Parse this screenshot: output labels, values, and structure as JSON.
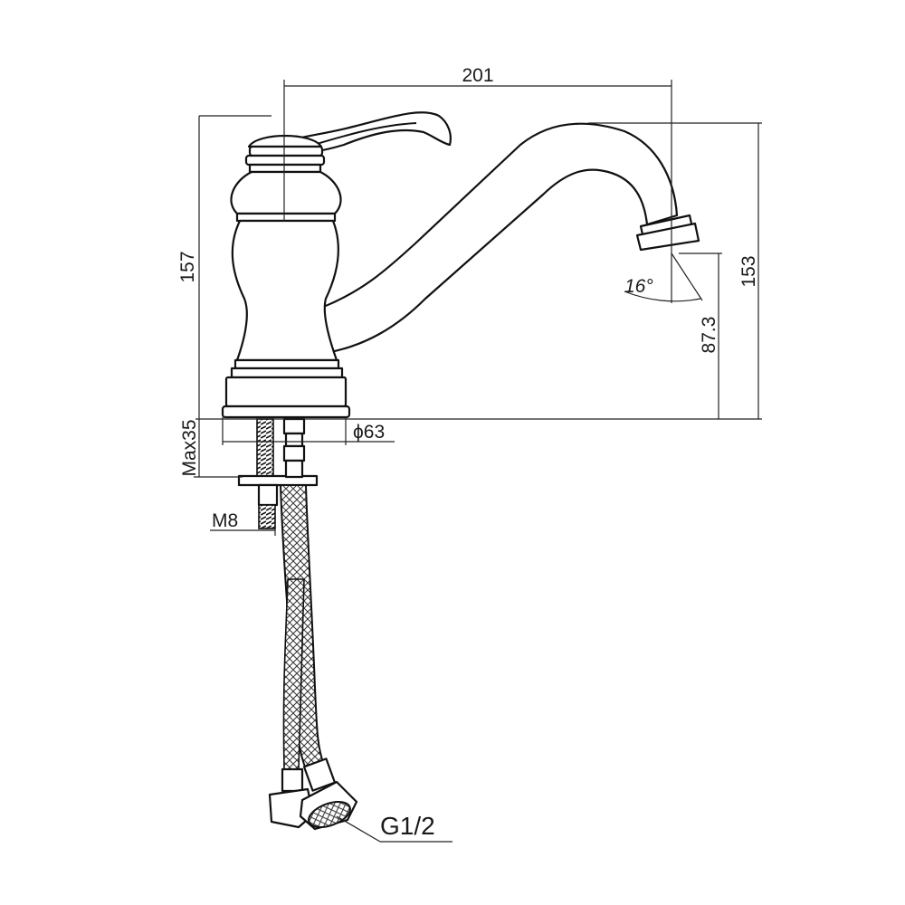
{
  "dimensions": {
    "spout_reach": "201",
    "total_height": "157",
    "spout_height": "153",
    "outlet_height": "87.3",
    "outlet_angle": "16°",
    "base_diameter": "ϕ63",
    "max_thickness": "Max35",
    "stud_thread": "M8",
    "hose_thread": "G1/2"
  }
}
